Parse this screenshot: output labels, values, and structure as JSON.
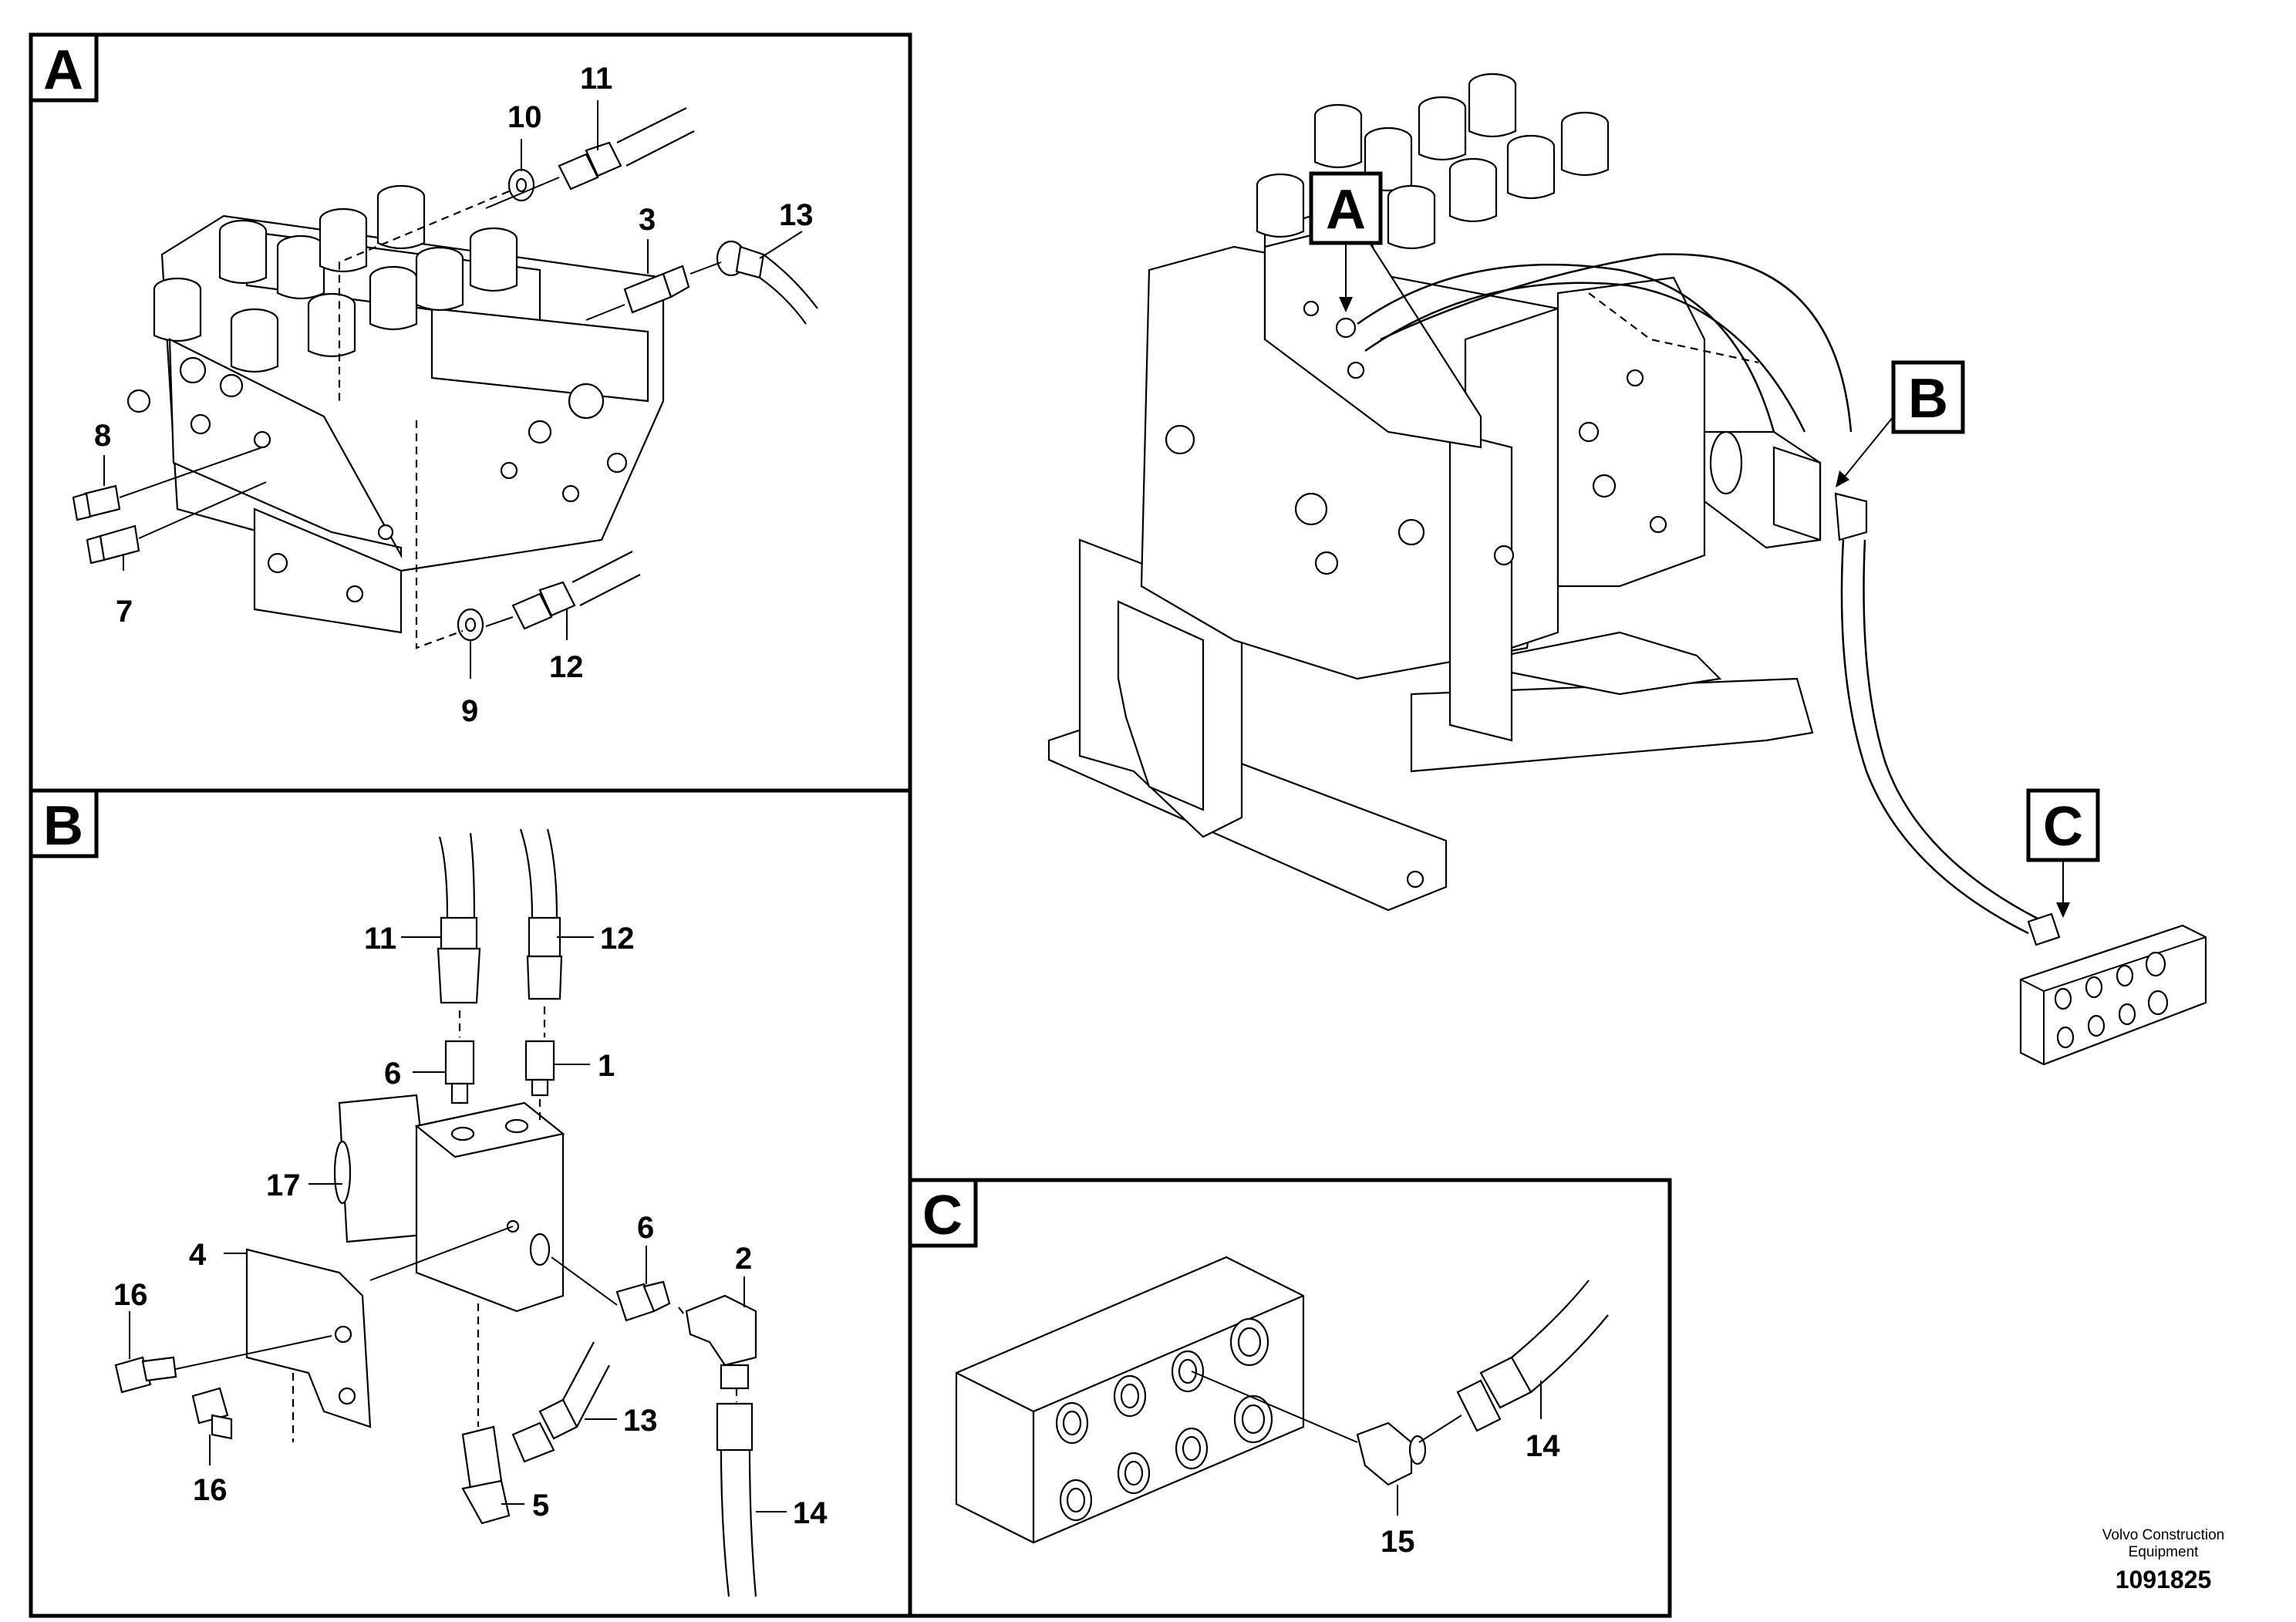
{
  "panels": [
    {
      "id": "A",
      "letter": "A"
    },
    {
      "id": "B",
      "letter": "B"
    },
    {
      "id": "C",
      "letter": "C"
    }
  ],
  "overview_labels": {
    "a": "A",
    "b": "B",
    "c": "C"
  },
  "callouts": {
    "A": {
      "c3": "3",
      "c7": "7",
      "c8": "8",
      "c9": "9",
      "c10": "10",
      "c11": "11",
      "c12": "12",
      "c13": "13"
    },
    "B": {
      "c1": "1",
      "c2": "2",
      "c4": "4",
      "c5": "5",
      "c6a": "6",
      "c6b": "6",
      "c11": "11",
      "c12": "12",
      "c13": "13",
      "c14": "14",
      "c16a": "16",
      "c16b": "16",
      "c17": "17"
    },
    "C": {
      "c14": "14",
      "c15": "15"
    }
  },
  "footer": {
    "manufacturer_line1": "Volvo Construction",
    "manufacturer_line2": "Equipment",
    "drawing_number": "1091825"
  },
  "colors": {
    "ink": "#000000",
    "paper": "#ffffff"
  }
}
